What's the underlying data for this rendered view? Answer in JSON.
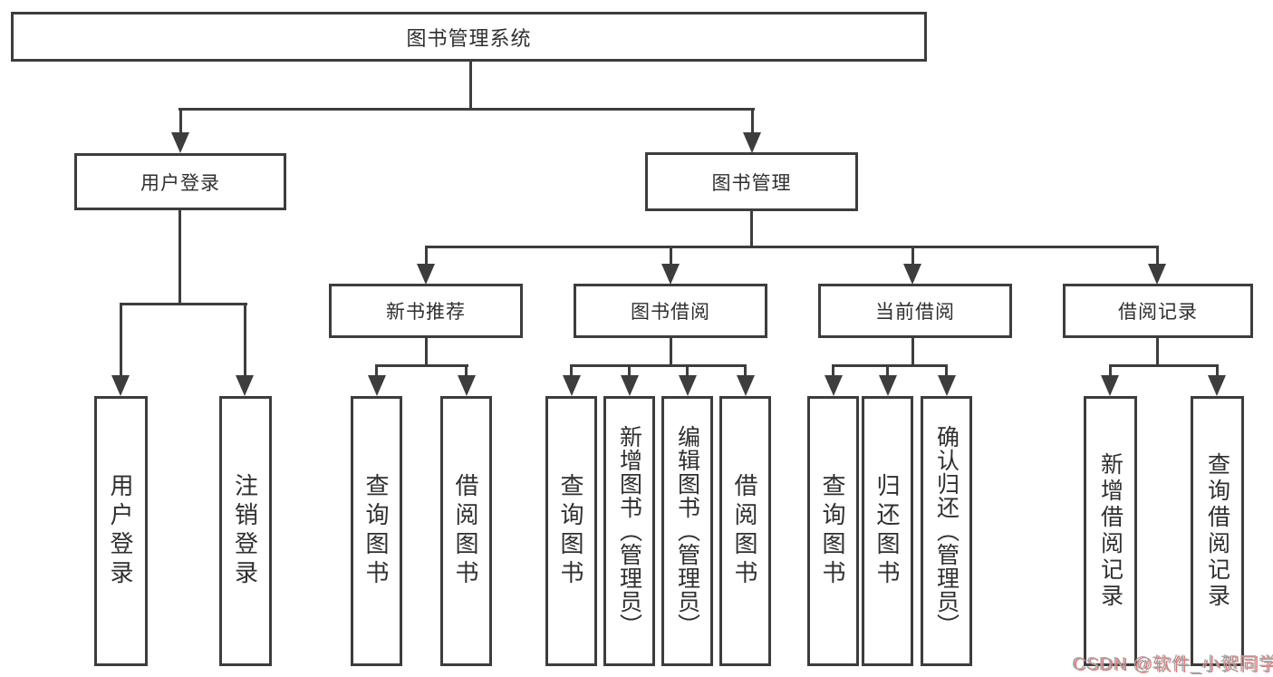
{
  "colors": {
    "line": "#3d3d3d",
    "text": "#2f2f2f",
    "watermark_gray": "#a8a8a8",
    "watermark_red": "#e07878"
  },
  "nodes": {
    "root": "图书管理系统",
    "level2": [
      "用户登录",
      "图书管理"
    ],
    "level3": [
      "新书推荐",
      "图书借阅",
      "当前借阅",
      "借阅记录"
    ],
    "leaves": [
      "用户登录",
      "注销登录",
      "查询图书",
      "借阅图书",
      "查询图书",
      "新增图书（管理员）",
      "编辑图书（管理员）",
      "借阅图书",
      "查询图书",
      "归还图书",
      "确认归还（管理员）",
      "新增借阅记录",
      "查询借阅记录"
    ]
  },
  "watermark": "CSDN @软件_小贺同学"
}
